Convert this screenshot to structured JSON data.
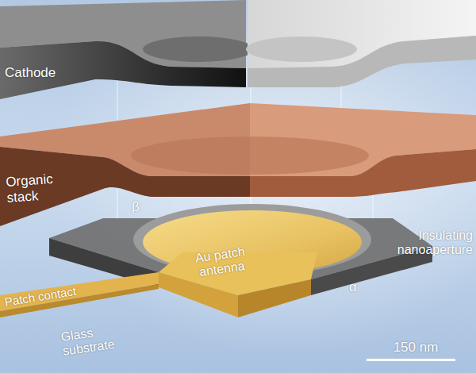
{
  "diagram": {
    "labels": [
      "Cathode",
      "Organic stack",
      "β",
      "Au patch antenna",
      "Insulating nanoaperture",
      "α",
      "Patch contact",
      "Glass substrate",
      "150 nm"
    ]
  }
}
